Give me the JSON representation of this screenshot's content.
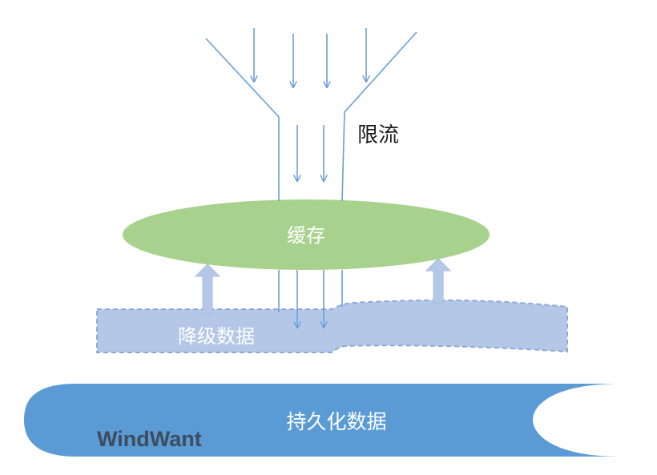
{
  "labels": {
    "rate_limit": "限流",
    "cache": "缓存",
    "degraded_data": "降级数据",
    "persistent_data": "持久化数据"
  },
  "watermark": "WindWant",
  "colors": {
    "line": "#6a9fd8",
    "cache_fill": "#a9d18e",
    "degraded_fill": "#b4c7e7",
    "degraded_border": "#8fa8d8",
    "persistent_fill": "#5b9bd5",
    "up_arrow": "#b4c7e7"
  }
}
